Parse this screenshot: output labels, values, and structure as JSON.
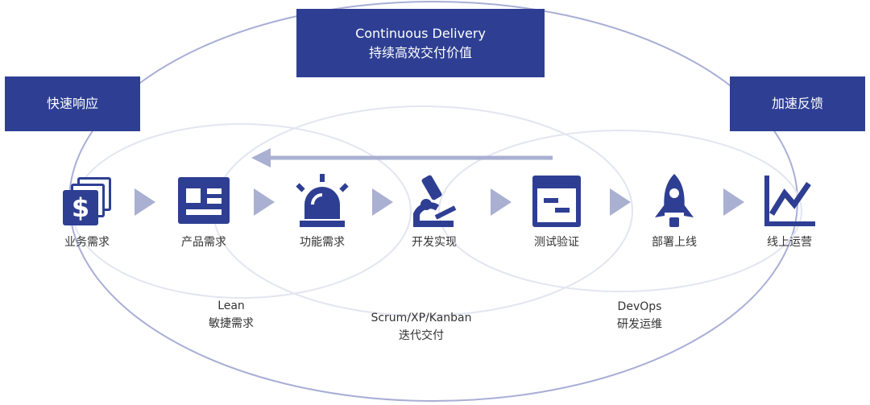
{
  "top_box": {
    "line1": "Continuous Delivery",
    "line2": "持续高效交付价值"
  },
  "left_box": {
    "label": "快速响应"
  },
  "right_box": {
    "label": "加速反馈"
  },
  "steps": [
    {
      "label": "业务需求",
      "icon": "dollar-cards-icon"
    },
    {
      "label": "产品需求",
      "icon": "product-card-icon"
    },
    {
      "label": "功能需求",
      "icon": "alarm-light-icon"
    },
    {
      "label": "开发实现",
      "icon": "microscope-icon"
    },
    {
      "label": "测试验证",
      "icon": "browser-window-icon"
    },
    {
      "label": "部署上线",
      "icon": "rocket-icon"
    },
    {
      "label": "线上运营",
      "icon": "line-chart-icon"
    }
  ],
  "methods": [
    {
      "line1": "Lean",
      "line2": "敏捷需求"
    },
    {
      "line1": "Scrum/XP/Kanban",
      "line2": "迭代交付"
    },
    {
      "line1": "DevOps",
      "line2": "研发运维"
    }
  ],
  "colors": {
    "primary": "#2e3f93",
    "chevron": "#a9b0d2",
    "ellipse_outer": "#a9aed6",
    "ellipse_inner": "#e0e2ee",
    "text": "#333333"
  }
}
